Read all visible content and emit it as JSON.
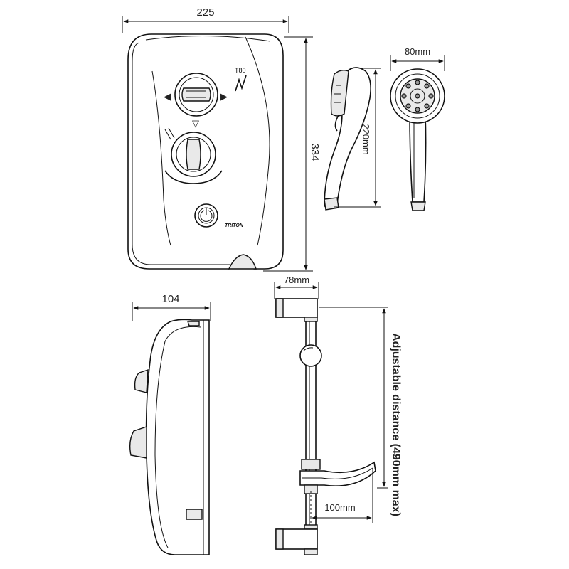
{
  "dimensions": {
    "unit_width": "225",
    "unit_height": "334",
    "unit_depth": "104",
    "handset_length": "220mm",
    "handset_head": "80mm",
    "bracket_depth": "78mm",
    "holder_projection": "100mm",
    "riser_adjustable": "Adjustable distance (490mm max)"
  },
  "labels": {
    "model": "T80",
    "brand": "TRITON"
  }
}
